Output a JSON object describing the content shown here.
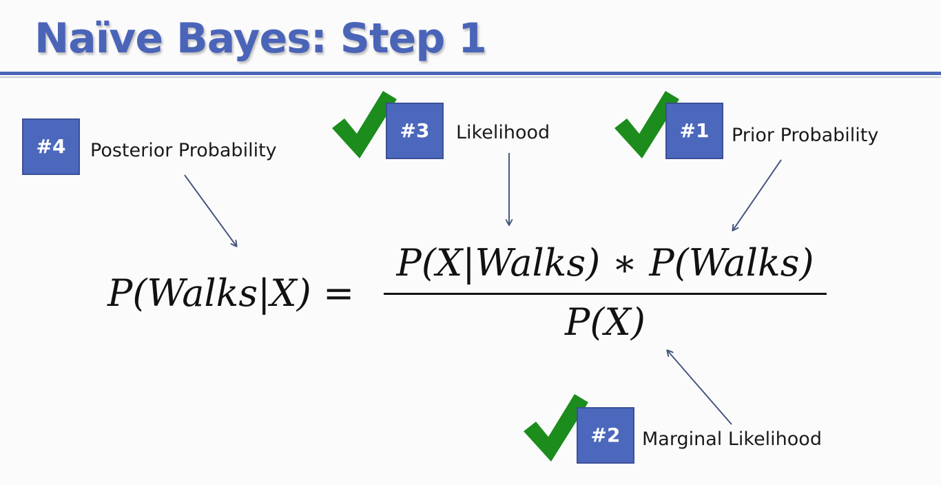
{
  "title": "Naïve Bayes: Step 1",
  "colors": {
    "accent": "#4a64b8",
    "badge": "#4b68bd",
    "check": "#1c8c1c",
    "arrow": "#46577e"
  },
  "annotations": [
    {
      "badge": "#4",
      "label": "Posterior Probability",
      "checked": false
    },
    {
      "badge": "#3",
      "label": "Likelihood",
      "checked": true
    },
    {
      "badge": "#1",
      "label": "Prior Probability",
      "checked": true
    },
    {
      "badge": "#2",
      "label": "Marginal Likelihood",
      "checked": true
    }
  ],
  "formula": {
    "lhs": "P(Walks|X) =",
    "numerator": "P(X|Walks) ∗ P(Walks)",
    "denominator": "P(X)"
  }
}
